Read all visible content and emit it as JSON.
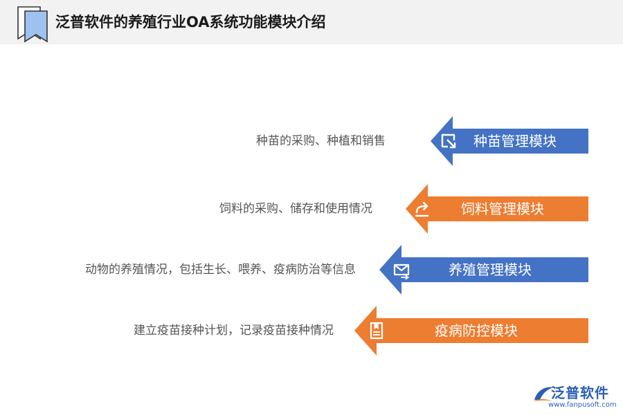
{
  "header": {
    "title": "泛普软件的养殖行业OA系统功能模块介绍"
  },
  "modules": [
    {
      "label": "种苗管理模块",
      "desc": "种苗的采购、种植和销售",
      "color": "#4472c4",
      "icon": "checkbox-arrow-icon"
    },
    {
      "label": "饲料管理模块",
      "desc": "饲料的采购、储存和使用情况",
      "color": "#ed7d31",
      "icon": "share-arrow-icon"
    },
    {
      "label": "养殖管理模块",
      "desc": "动物的养殖情况，包括生长、喂养、疫病防治等信息",
      "color": "#4472c4",
      "icon": "mail-icon"
    },
    {
      "label": "疫病防控模块",
      "desc": "建立疫苗接种计划，记录疫苗接种情况",
      "color": "#ed7d31",
      "icon": "document-icon"
    }
  ],
  "logo": {
    "name": "泛普软件",
    "url": "www.fanpusoft.com",
    "color": "#2b5fb3"
  }
}
